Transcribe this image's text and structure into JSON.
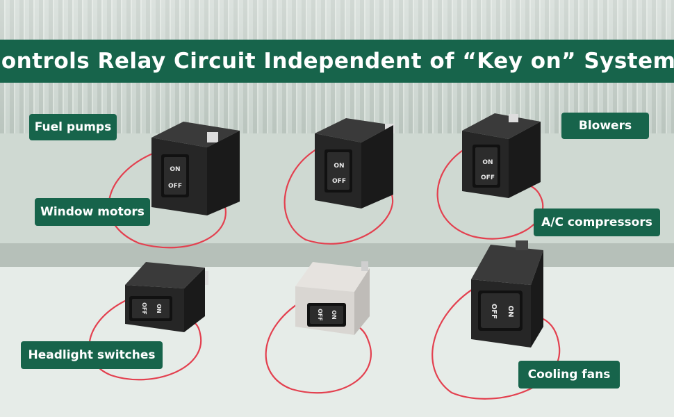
{
  "banner": {
    "title": "Controls Relay Circuit Independent of “Key on” Systems"
  },
  "labels": {
    "fuel_pumps": "Fuel pumps",
    "window_motors": "Window motors",
    "blowers": "Blowers",
    "ac_compressors": "A/C compressors",
    "headlight_switches": "Headlight switches",
    "cooling_fans": "Cooling fans"
  },
  "switches": {
    "on_label": "ON",
    "off_label": "OFF"
  },
  "colors": {
    "brand_green": "#17644b",
    "wire_red": "#e3404f",
    "switch_black": "#222222",
    "switch_gray": "#d9d6d2"
  }
}
